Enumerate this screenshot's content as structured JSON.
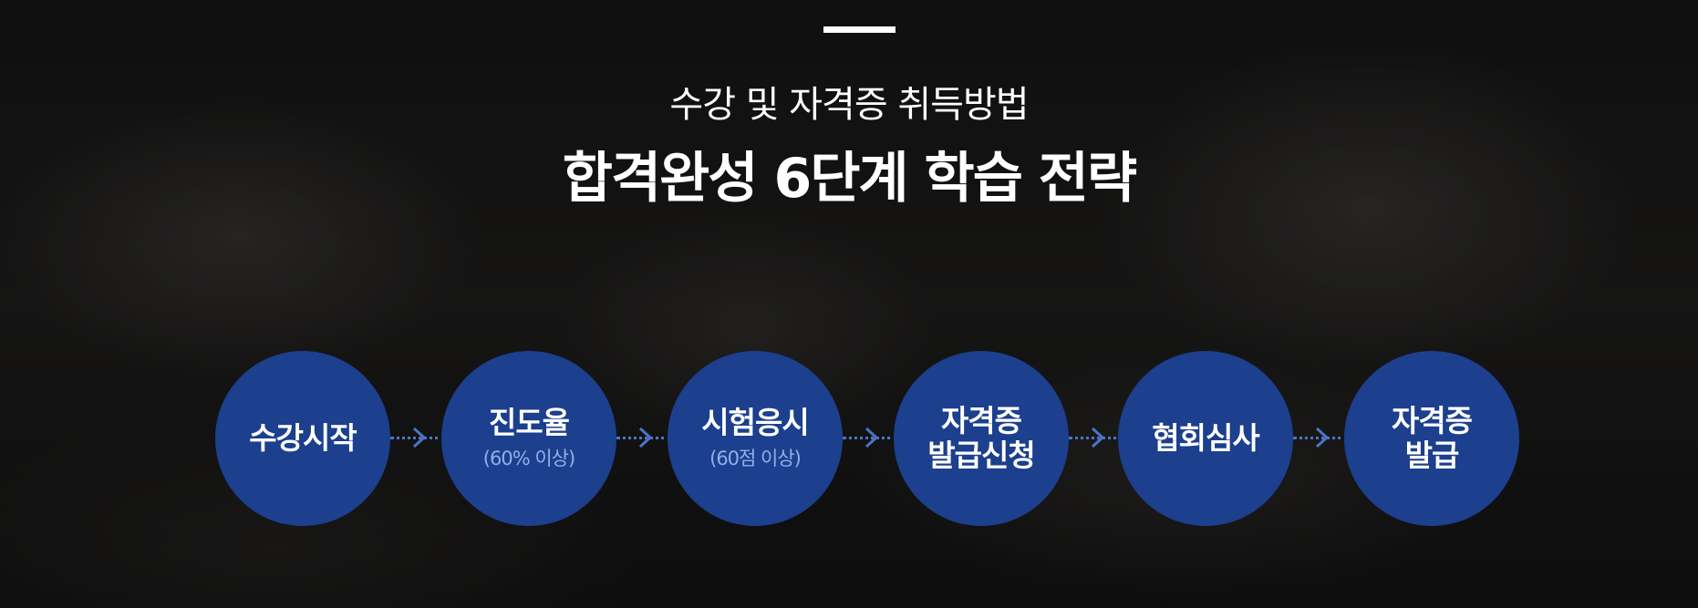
{
  "header": {
    "subtitle": "수강 및 자격증 취득방법",
    "title": "합격완성 6단계 학습 전략"
  },
  "steps": [
    {
      "label": "수강시작",
      "note": ""
    },
    {
      "label": "진도율",
      "note": "(60% 이상)"
    },
    {
      "label": "시험응시",
      "note": "(60점 이상)"
    },
    {
      "label": "자격증\n발급신청",
      "note": ""
    },
    {
      "label": "협회심사",
      "note": ""
    },
    {
      "label": "자격증\n발급",
      "note": ""
    }
  ],
  "colors": {
    "circle": "#1c3f8e",
    "connector": "#4a74c9",
    "note": "#8fb0ec",
    "text": "#ffffff"
  },
  "icons": {
    "connector": "chevron-right-icon"
  }
}
